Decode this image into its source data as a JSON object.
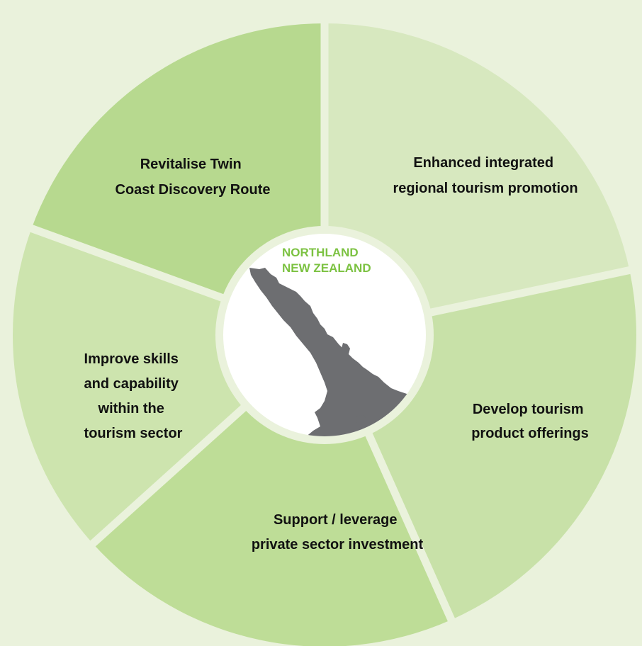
{
  "diagram": {
    "colors": {
      "background": "#eaf2dc",
      "gap": "#eaf2dc",
      "center_fill": "#ffffff",
      "center_ring": "#eaf2dc",
      "map_fill": "#6d6e71",
      "brand_green": "#7cc242",
      "label_color": "#111111"
    },
    "segments": [
      {
        "id": "revitalise",
        "color": "#b7d98f",
        "lines": [
          "Revitalise Twin",
          "Coast Discovery Route"
        ]
      },
      {
        "id": "promotion",
        "color": "#d7e8bf",
        "lines": [
          "Enhanced integrated",
          "regional tourism promotion"
        ]
      },
      {
        "id": "product",
        "color": "#c8e1a8",
        "lines": [
          "Develop tourism",
          "product offerings"
        ]
      },
      {
        "id": "investment",
        "color": "#bedd97",
        "lines": [
          "Support / leverage",
          "private sector investment"
        ]
      },
      {
        "id": "skills",
        "color": "#cde4ae",
        "lines": [
          "Improve skills",
          "and capability",
          "within the",
          "tourism sector"
        ]
      }
    ],
    "center": {
      "brand_line1": "NORTHLAND",
      "brand_line2": "NEW ZEALAND",
      "map_icon": "northland-map-icon"
    }
  }
}
